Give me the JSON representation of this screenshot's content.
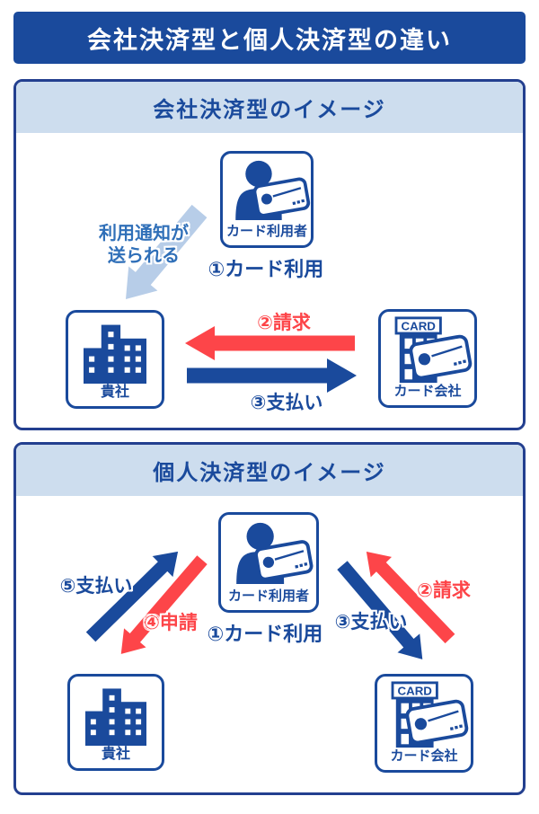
{
  "title": "会社決済型と個人決済型の違い",
  "colors": {
    "navy": "#1a4a9c",
    "navy_dark": "#233f8f",
    "red": "#fd4549",
    "header_bg": "#cdddee",
    "pale_arrow": "#b7cde8",
    "notify_blue": "#2f6fb8"
  },
  "sections": [
    {
      "header": "会社決済型のイメージ",
      "card_user": {
        "label": "カード利用者"
      },
      "company": {
        "label": "貴社"
      },
      "card_company": {
        "label": "カード会社",
        "sign": "CARD"
      },
      "steps": {
        "card_use": "①カード利用",
        "billing": "②請求",
        "payment": "③支払い",
        "notify_line1": "利用通知が",
        "notify_line2": "送られる"
      }
    },
    {
      "header": "個人決済型のイメージ",
      "card_user": {
        "label": "カード利用者"
      },
      "company": {
        "label": "貴社"
      },
      "card_company": {
        "label": "カード会社",
        "sign": "CARD"
      },
      "steps": {
        "card_use": "①カード利用",
        "billing": "②請求",
        "payment_user": "③支払い",
        "apply": "④申請",
        "payment_company": "⑤支払い"
      }
    }
  ]
}
